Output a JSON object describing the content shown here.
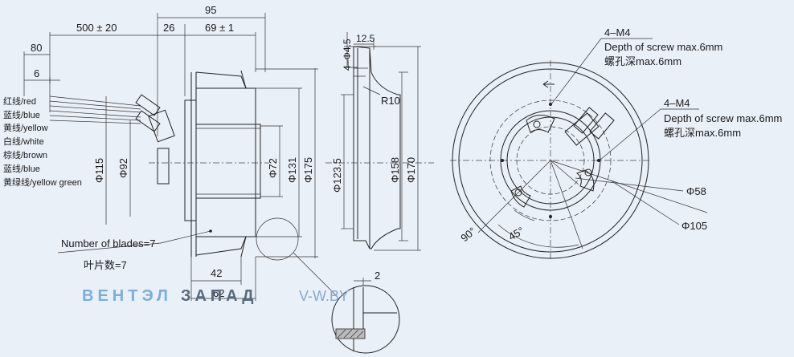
{
  "dimensions": {
    "overall_width": "95",
    "cable_length": "500 ± 20",
    "depth_26": "26",
    "depth_69": "69 ± 1",
    "strip_80": "80",
    "strip_6": "6",
    "dia_115": "Φ115",
    "dia_92": "Φ92",
    "dia_72": "Φ72",
    "dia_131": "Φ131",
    "dia_175": "Φ175",
    "bottom_42": "42",
    "bottom_62": "62",
    "dia_123_5": "Φ123.5",
    "dia_158": "Φ158",
    "dia_170": "Φ170",
    "holes_4_45": "4–Φ4.5",
    "flange_12_5": "12.5",
    "radius_r10": "R10",
    "detail_2": "2",
    "dia_58": "Φ58",
    "dia_105": "Φ105",
    "angle_90": "90°",
    "angle_45": "45°"
  },
  "wires": [
    "红线/red",
    "蓝线/blue",
    "黄线/yellow",
    "白线/white",
    "棕线/brown",
    "蓝线/blue",
    "黄绿线/yellow green"
  ],
  "notes": {
    "blades_en": "Number of blades=7",
    "blades_cn": "叶片数=7",
    "screw1_title": "4–M4",
    "screw1_en": "Depth of screw max.6mm",
    "screw1_cn": "螺孔深max.6mm",
    "screw2_title": "4–M4",
    "screw2_en": "Depth of screw max.6mm",
    "screw2_cn": "螺孔深max.6mm"
  },
  "watermark": {
    "part1": "ВЕНТЭЛ",
    "part2": "ЗАПАД",
    "url": "V-W.BY"
  }
}
